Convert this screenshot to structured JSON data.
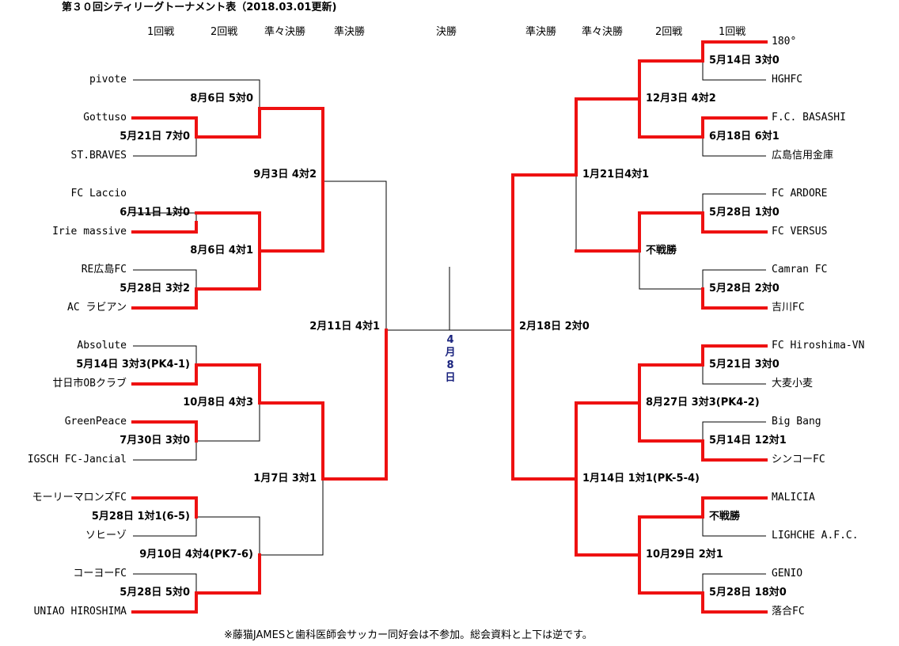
{
  "title": "第３０回シティリーグトーナメント表（2018.03.01更新)",
  "headers": {
    "left": [
      "1回戦",
      "2回戦",
      "準々決勝",
      "準決勝"
    ],
    "final": "決勝",
    "right": [
      "準決勝",
      "準々決勝",
      "2回戦",
      "1回戦"
    ]
  },
  "final_date": [
    "4",
    "月",
    "8",
    "日"
  ],
  "colors": {
    "win": "#ee1111",
    "line": "#000000"
  },
  "left_teams": [
    "pivote",
    "Gottuso",
    "ST.BRAVES",
    "FC Laccio",
    "Irie massive",
    "RE広島FC",
    "AC ラビアン",
    "Absolute",
    "廿日市OBクラブ",
    "GreenPeace",
    "IGSCH FC-Jancial",
    "モーリーマロンズFC",
    "ソヒーゾ",
    "コーヨーFC",
    "UNIAO HIROSHIMA"
  ],
  "right_teams": [
    "180°",
    "HGHFC",
    "F.C. BASASHI",
    "広島信用金庫",
    "FC ARDORE",
    "FC VERSUS",
    "Camran FC",
    "吉川FC",
    "FC Hiroshima-VN",
    "大麦小麦",
    "Big Bang",
    "シンコーFC",
    "MALICIA",
    "LIGHCHE A.F.C.",
    "GENIO",
    "落合FC"
  ],
  "left_results": {
    "r1": [
      "5月21日 7対0",
      "6月11日 1対0",
      "5月28日 3対2",
      "5月14日 3対3(PK4-1)",
      "7月30日 3対0",
      "5月28日 1対1(6-5)",
      "5月28日 5対0"
    ],
    "r2": [
      "8月6日 5対0",
      "8月6日 4対1",
      "10月8日 4対3",
      "9月10日 4対4(PK7-6)"
    ],
    "qf": [
      "9月3日 4対2",
      "1月7日 3対1"
    ],
    "sf": "2月11日 4対1"
  },
  "right_results": {
    "r1": [
      "5月14日 3対0",
      "6月18日 6対1",
      "5月28日 1対0",
      "5月28日 2対0",
      "5月21日 3対0",
      "5月14日 12対1",
      "不戦勝",
      "5月28日 18対0"
    ],
    "r2": [
      "12月3日 4対2",
      "不戦勝",
      "8月27日 3対3(PK4-2)",
      "10月29日 2対1"
    ],
    "qf": [
      "1月21日4対1",
      "1月14日 1対1(PK-5-4)"
    ],
    "sf": "2月18日 2対0"
  },
  "footer": "※藤猫JAMESと歯科医師会サッカー同好会は不参加。総会資料と上下は逆です。"
}
